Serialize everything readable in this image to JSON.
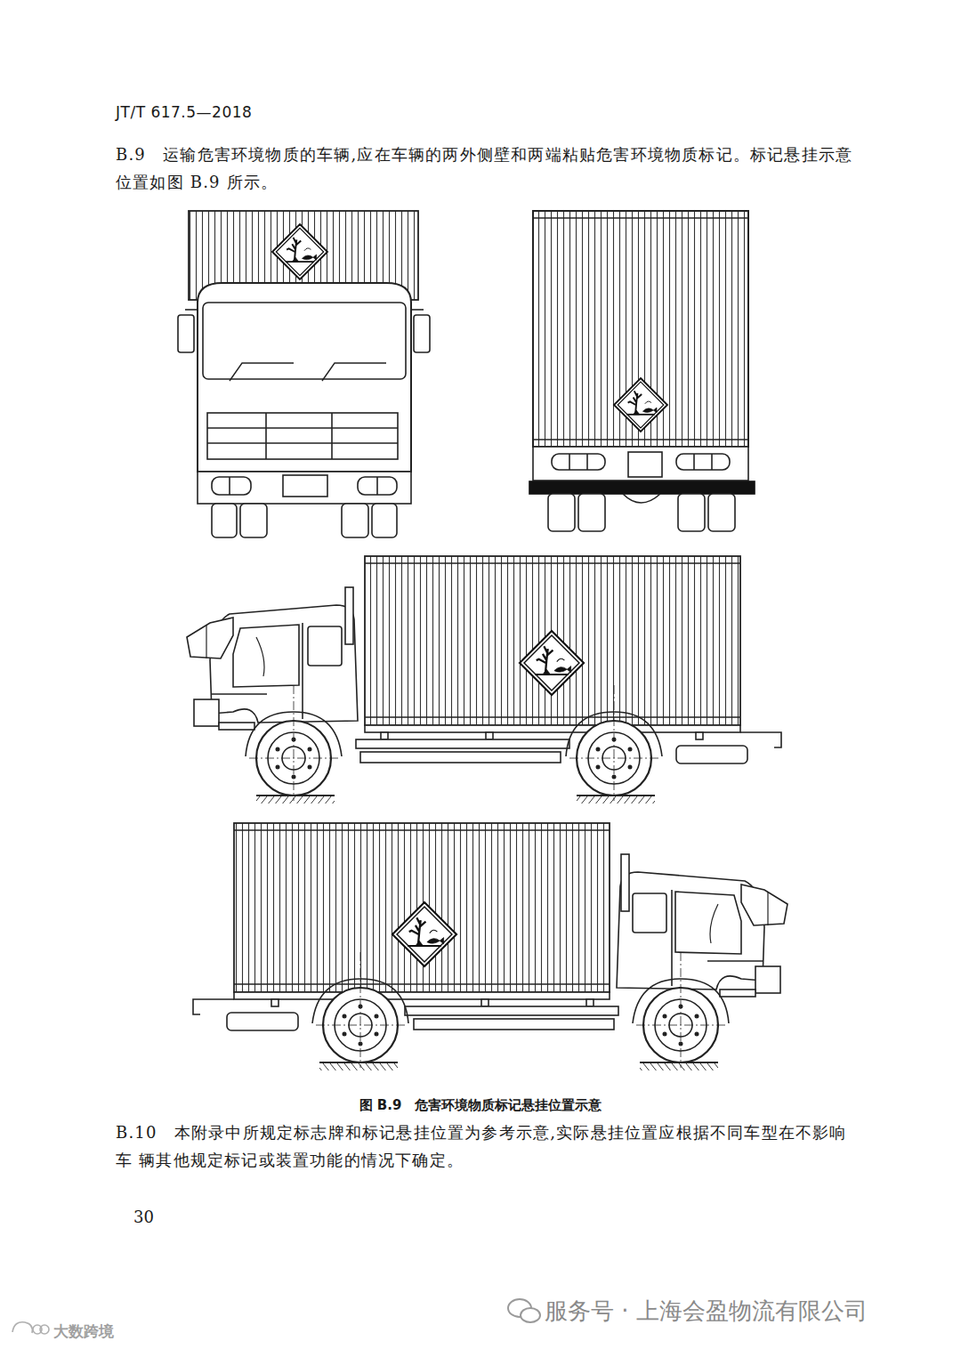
{
  "diagram": {
    "caption": "图 B.9　危害环境物质标记悬挂位置示意",
    "labels": [
      "JT/T 617.5—2018",
      "B.9　运输危害环境物质的车辆,应在车辆的两外侧壁和两端粘贴危害环境物质标记。标记悬挂示意 位置如图 B.9 所示。",
      "B.10　本附录中所规定标志牌和标记悬挂位置为参考示意,实际悬挂位置应根据不同车型在不影响车 辆其他规定标记或装置功能的情况下确定。",
      "30",
      "服务号 · 上海会盈物流有限公司",
      "大数跨境"
    ]
  }
}
